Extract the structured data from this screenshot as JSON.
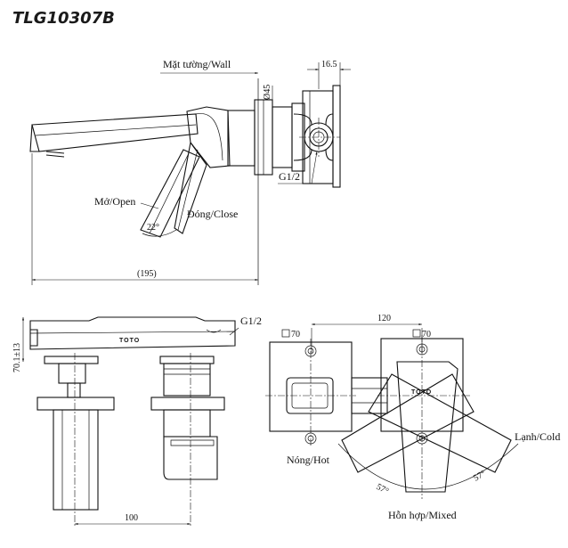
{
  "model": "TLG10307B",
  "brand": "TOTO",
  "side_view": {
    "wall_label": "Mặt tường/Wall",
    "dim_165": "16.5",
    "dim_45": "Ø45",
    "thread": "G1/2",
    "open_label": "Mở/Open",
    "close_label": "Đóng/Close",
    "angle": "22°",
    "length": "(195)"
  },
  "front_view": {
    "thread": "G1/2",
    "height": "70.1±13",
    "depth": "100"
  },
  "top_view": {
    "spacing": "120",
    "plate_left": "70",
    "plate_right": "70",
    "hot_label": "Nóng/Hot",
    "cold_label": "Lạnh/Cold",
    "mixed_label": "Hỗn hợp/Mixed",
    "angle_left": "57°",
    "angle_right": "57°"
  }
}
